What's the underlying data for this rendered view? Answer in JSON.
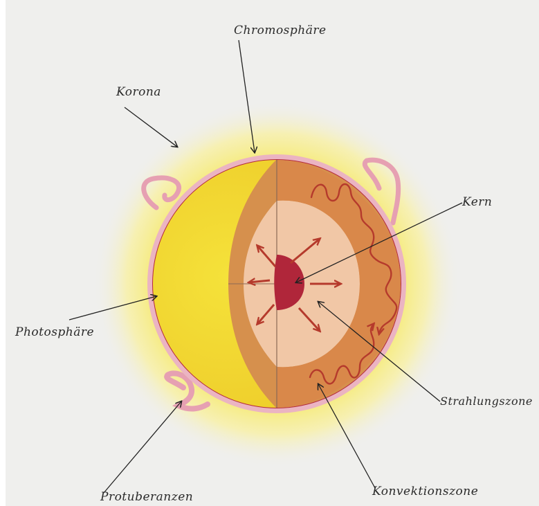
{
  "labels": {
    "chromosphere": "Chromosphäre",
    "corona": "Korona",
    "core": "Kern",
    "photosphere": "Photosphäre",
    "radiative_zone": "Strahlungszone",
    "prominences": "Protuberanzen",
    "convection_zone": "Konvektionszone"
  },
  "colors": {
    "paper": "#efefed",
    "corona_glow": "#f7ef9a",
    "chromosphere_rim": "#e7a9ba",
    "photosphere_edge": "#b3283c",
    "surface_yellow": "#f3dc2a",
    "convection_zone": "#d9904a",
    "radiative_zone": "#f2c9a8",
    "core": "#b0263a",
    "arrows": "#b53a2c",
    "pointer_lines": "#222222"
  }
}
